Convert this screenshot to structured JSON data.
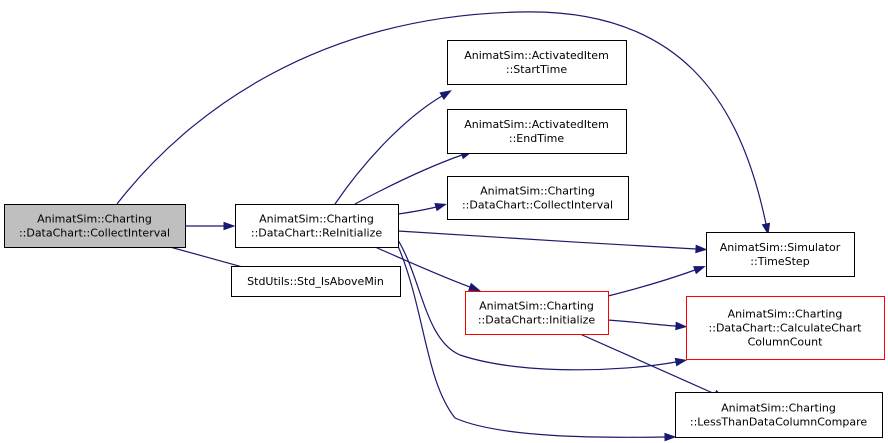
{
  "colors": {
    "edge": "#191970",
    "node_border": "#000000",
    "node_fill": "#ffffff",
    "highlight_fill": "#bfbfbf",
    "truncated_border": "#ff0000"
  },
  "nodes": {
    "collect_interval_root": {
      "lines": [
        "AnimatSim::Charting",
        "::DataChart::CollectInterval"
      ],
      "style": "highlight"
    },
    "reinitialize": {
      "lines": [
        "AnimatSim::Charting",
        "::DataChart::ReInitialize"
      ],
      "style": "normal"
    },
    "std_is_above_min": {
      "lines": [
        "StdUtils::Std_IsAboveMin"
      ],
      "style": "normal"
    },
    "activated_item_start_time": {
      "lines": [
        "AnimatSim::ActivatedItem",
        "::StartTime"
      ],
      "style": "normal"
    },
    "activated_item_end_time": {
      "lines": [
        "AnimatSim::ActivatedItem",
        "::EndTime"
      ],
      "style": "normal"
    },
    "collect_interval_getter": {
      "lines": [
        "AnimatSim::Charting",
        "::DataChart::CollectInterval"
      ],
      "style": "normal"
    },
    "initialize": {
      "lines": [
        "AnimatSim::Charting",
        "::DataChart::Initialize"
      ],
      "style": "truncated"
    },
    "simulator_time_step": {
      "lines": [
        "AnimatSim::Simulator",
        "::TimeStep"
      ],
      "style": "normal"
    },
    "calculate_chart_column_count": {
      "lines": [
        "AnimatSim::Charting",
        "::DataChart::CalculateChart",
        "ColumnCount"
      ],
      "style": "truncated"
    },
    "less_than_data_column_compare": {
      "lines": [
        "AnimatSim::Charting",
        "::LessThanDataColumnCompare"
      ],
      "style": "normal"
    }
  },
  "edges": [
    {
      "from": "collect_interval_root",
      "to": "reinitialize"
    },
    {
      "from": "collect_interval_root",
      "to": "std_is_above_min"
    },
    {
      "from": "collect_interval_root",
      "to": "simulator_time_step"
    },
    {
      "from": "reinitialize",
      "to": "activated_item_start_time"
    },
    {
      "from": "reinitialize",
      "to": "activated_item_end_time"
    },
    {
      "from": "reinitialize",
      "to": "collect_interval_getter"
    },
    {
      "from": "reinitialize",
      "to": "simulator_time_step"
    },
    {
      "from": "reinitialize",
      "to": "initialize"
    },
    {
      "from": "reinitialize",
      "to": "calculate_chart_column_count"
    },
    {
      "from": "reinitialize",
      "to": "less_than_data_column_compare"
    },
    {
      "from": "initialize",
      "to": "simulator_time_step"
    },
    {
      "from": "initialize",
      "to": "calculate_chart_column_count"
    },
    {
      "from": "initialize",
      "to": "less_than_data_column_compare"
    }
  ]
}
